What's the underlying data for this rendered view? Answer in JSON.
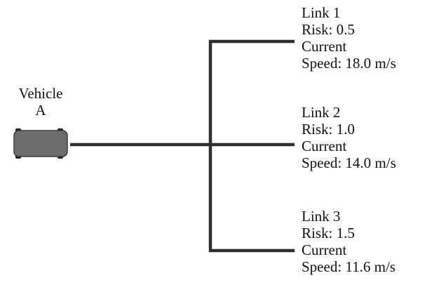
{
  "vehicle": {
    "label_line1": "Vehicle",
    "label_line2": "A",
    "body_color": "#6d6d6d"
  },
  "line_color": "#2f2f2f",
  "links": [
    {
      "name": "Link 1",
      "risk": "Risk: 0.5",
      "speed_line1": "Current",
      "speed_line2": "Speed: 18.0 m/s"
    },
    {
      "name": "Link 2",
      "risk": "Risk: 1.0",
      "speed_line1": "Current",
      "speed_line2": "Speed: 14.0 m/s"
    },
    {
      "name": "Link 3",
      "risk": "Risk: 1.5",
      "speed_line1": "Current",
      "speed_line2": "Speed: 11.6 m/s"
    }
  ]
}
